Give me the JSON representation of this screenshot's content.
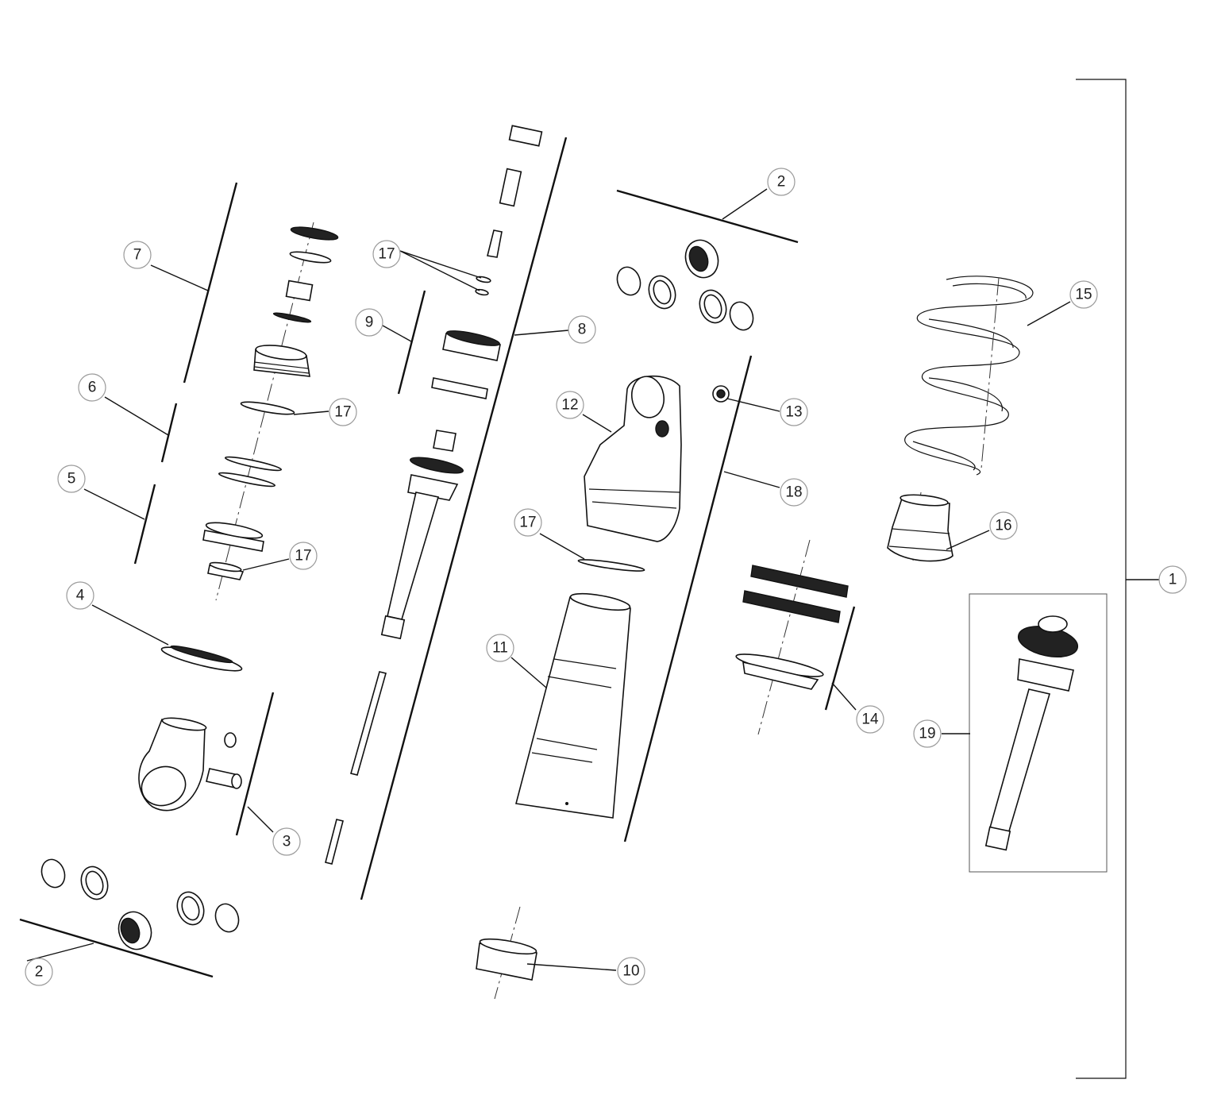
{
  "callouts": [
    {
      "id": "1",
      "label": "1"
    },
    {
      "id": "2a",
      "label": "2"
    },
    {
      "id": "2b",
      "label": "2"
    },
    {
      "id": "3",
      "label": "3"
    },
    {
      "id": "4",
      "label": "4"
    },
    {
      "id": "5",
      "label": "5"
    },
    {
      "id": "6",
      "label": "6"
    },
    {
      "id": "7",
      "label": "7"
    },
    {
      "id": "8",
      "label": "8"
    },
    {
      "id": "9",
      "label": "9"
    },
    {
      "id": "10",
      "label": "10"
    },
    {
      "id": "11",
      "label": "11"
    },
    {
      "id": "12",
      "label": "12"
    },
    {
      "id": "13",
      "label": "13"
    },
    {
      "id": "14",
      "label": "14"
    },
    {
      "id": "15",
      "label": "15"
    },
    {
      "id": "16",
      "label": "16"
    },
    {
      "id": "17a",
      "label": "17"
    },
    {
      "id": "17b",
      "label": "17"
    },
    {
      "id": "17c",
      "label": "17"
    },
    {
      "id": "17d",
      "label": "17"
    },
    {
      "id": "18",
      "label": "18"
    },
    {
      "id": "19",
      "label": "19"
    }
  ]
}
